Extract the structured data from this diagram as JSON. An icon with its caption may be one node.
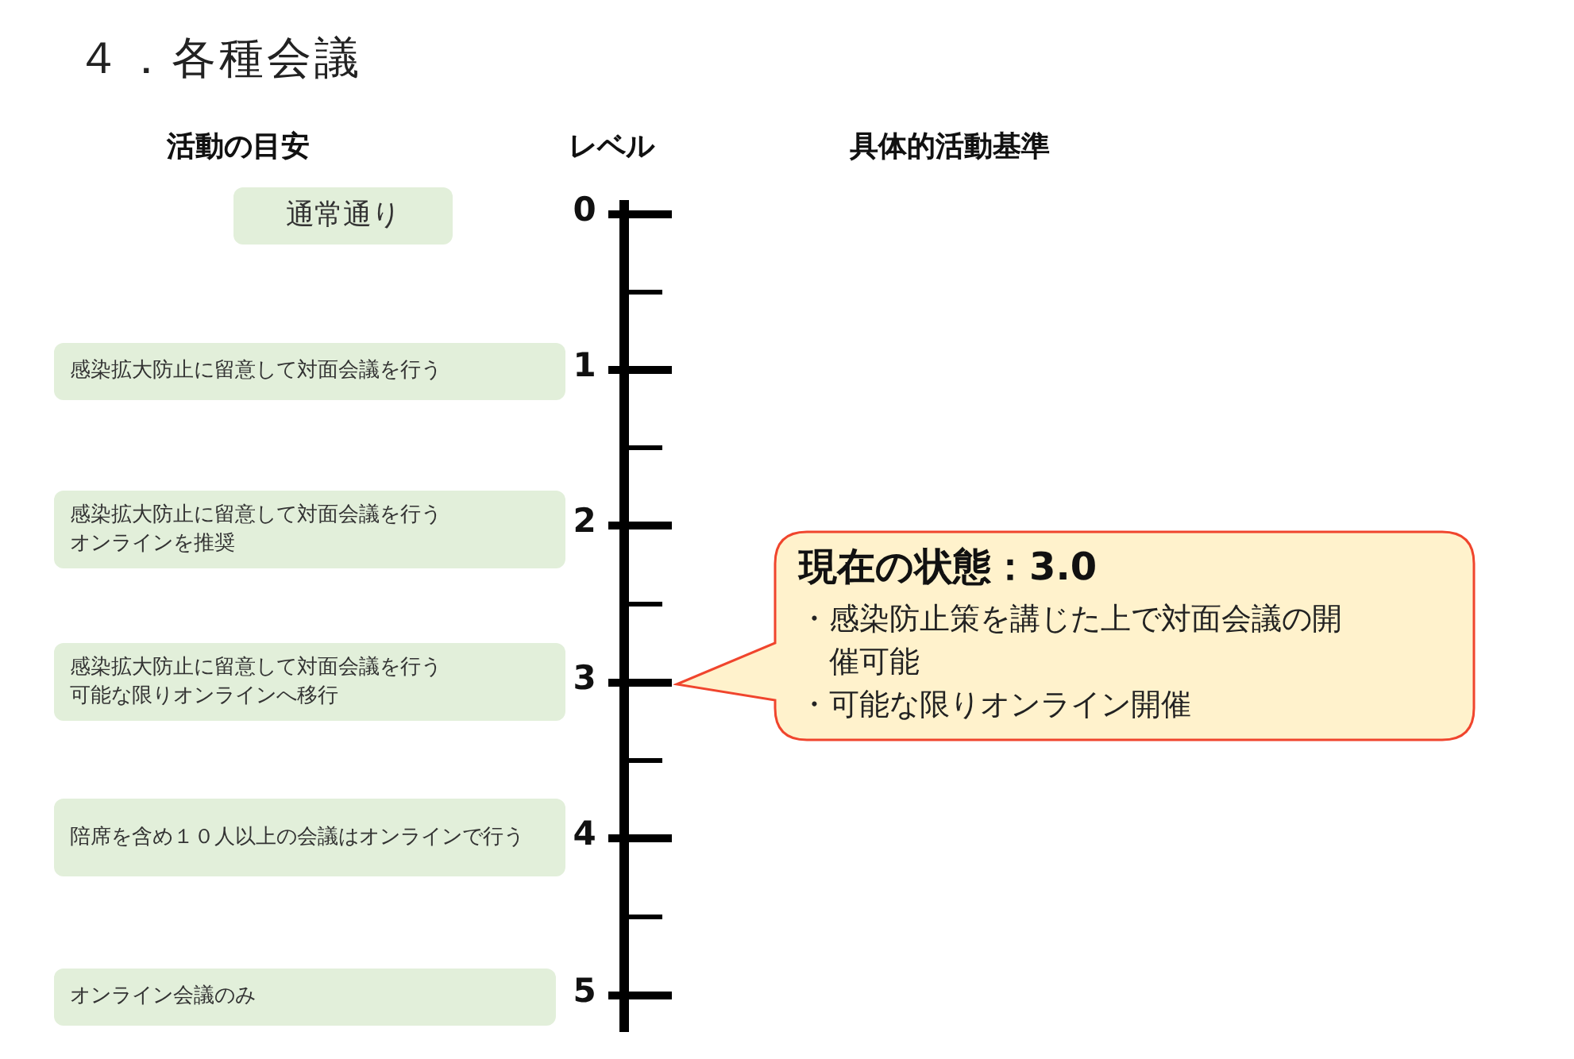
{
  "diagram": {
    "title": "４．各種会議",
    "nodes": [
      {
        "text": [
          "通常通り"
        ]
      },
      {
        "text": [
          "感染拡大防止に留意して対面会議を行う"
        ]
      },
      {
        "text": [
          "感染拡大防止に留意して対面会議を行う",
          "オンラインを推奨"
        ]
      },
      {
        "text": [
          "感染拡大防止に留意して対面会議を行う",
          "可能な限りオンラインへ移行"
        ]
      },
      {
        "text": [
          "陪席を含め１０人以上の会議はオンラインで行う"
        ]
      },
      {
        "text": [
          "オンライン会議のみ"
        ]
      },
      {
        "text": [
          "現在の状態：3.0",
          "・感染防止策を講じた上で対面会議の開催可能",
          "・可能な限りオンライン開催"
        ]
      }
    ],
    "edges": [],
    "labels": [
      "活動の目安",
      "レベル",
      "具体的活動基準",
      "0",
      "1",
      "2",
      "3",
      "4",
      "5"
    ]
  }
}
